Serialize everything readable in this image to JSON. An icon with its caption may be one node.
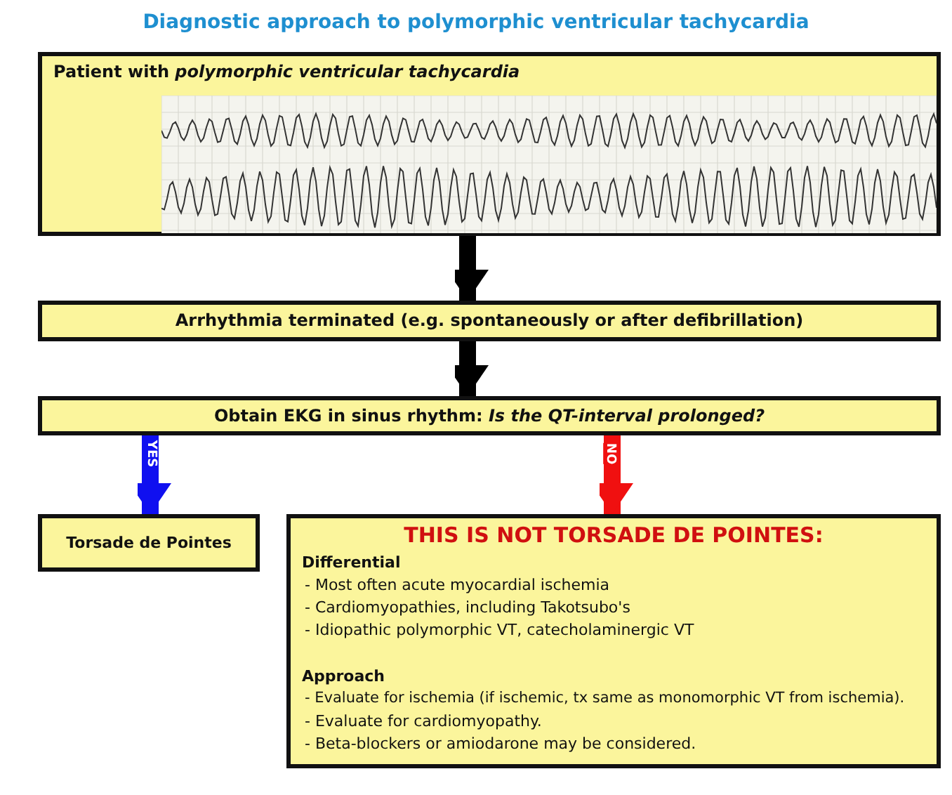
{
  "diagram": {
    "title": "Diagnostic approach to polymorphic ventricular tachycardia",
    "nodes": [
      {
        "text": [
          "Patient with *polymorphic ventricular tachycardia*"
        ]
      },
      {
        "text": [
          "Arrhythmia terminated (e.g. spontaneously or after defibrillation)"
        ]
      },
      {
        "text": [
          "Obtain EKG in sinus rhythm:  *Is the QT-interval prolonged?*"
        ]
      },
      {
        "text": [
          "Torsade de Pointes"
        ]
      },
      {
        "text": [
          "THIS IS NOT TORSADE DE POINTES:",
          "Differential",
          "- Most often acute myocardial ischemia",
          "- Cardiomyopathies, including Takotsubo's",
          "- Idiopathic polymorphic VT, catecholaminergic VT",
          "Approach",
          "- Evaluate for ischemia (if ischemic, tx same as monomorphic VT from ischemia).",
          "- Evaluate for cardiomyopathy.",
          "- Beta-blockers or amiodarone may be considered."
        ]
      }
    ],
    "edges": [
      {
        "from": 0,
        "to": 1,
        "arrow": "to"
      },
      {
        "from": 1,
        "to": 2,
        "arrow": "to"
      },
      {
        "from": 2,
        "to": 3,
        "arrow": "to",
        "label": "YES",
        "color": "#1010f0"
      },
      {
        "from": 2,
        "to": 4,
        "arrow": "to",
        "label": "NO",
        "color": "#f01010"
      }
    ]
  }
}
